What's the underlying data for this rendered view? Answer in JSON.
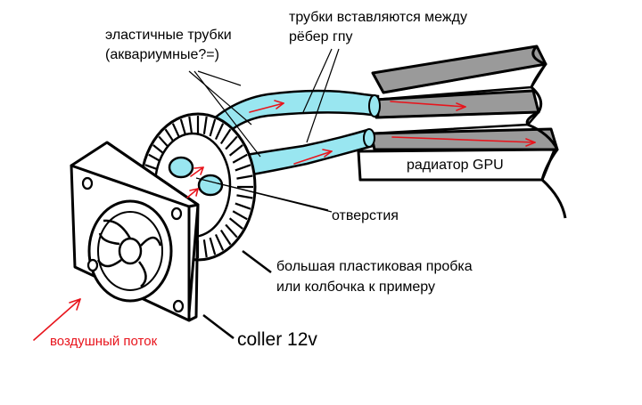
{
  "labels": {
    "tubes_between": [
      "трубки вставляются между",
      "рёбер гпу"
    ],
    "elastic_tubes": [
      "эластичные трубки",
      "(аквариумные?=)"
    ],
    "gpu_radiator": "радиатор GPU",
    "holes": "отверстия",
    "plug": [
      "большая пластиковая пробка",
      "или колбочка к примеру"
    ],
    "airflow": "воздушный поток",
    "cooler": "coller 12v"
  },
  "colors": {
    "tube": "#99e6f0",
    "arrow": "#e8141c",
    "fin": "#9a9a9a",
    "ink": "#000000"
  }
}
